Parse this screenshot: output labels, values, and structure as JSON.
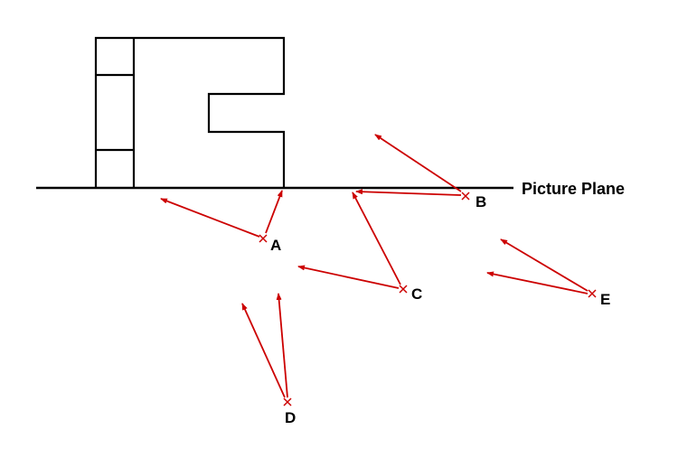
{
  "picture_plane_label": "Picture Plane",
  "colors": {
    "ray": "#cc0000",
    "object": "#000000"
  },
  "viewpoints": [
    {
      "label": "A"
    },
    {
      "label": "B"
    },
    {
      "label": "C"
    },
    {
      "label": "D"
    },
    {
      "label": "E"
    }
  ]
}
